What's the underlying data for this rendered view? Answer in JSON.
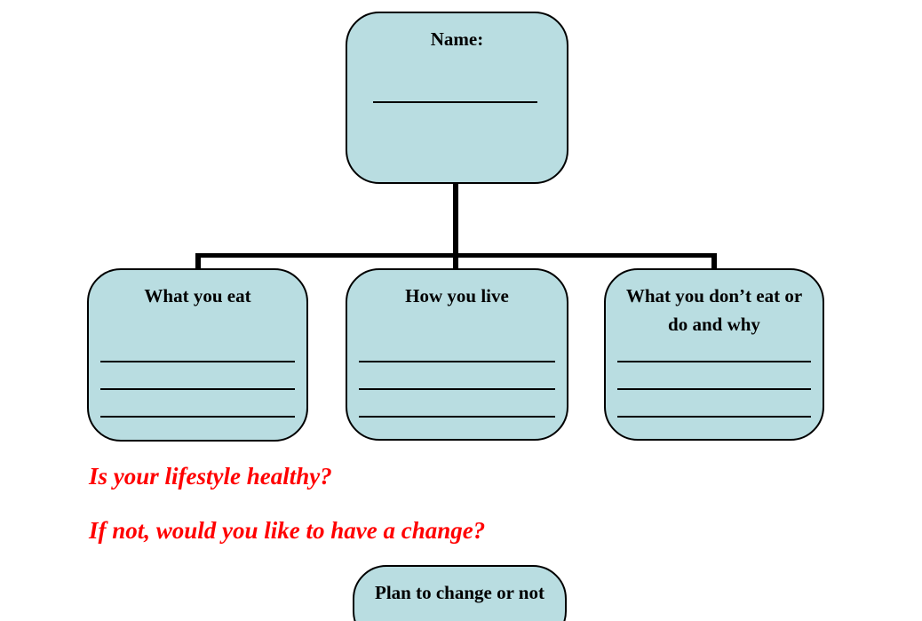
{
  "colors": {
    "box_fill": "#b9dde1",
    "box_border": "#000000",
    "connector": "#000000",
    "question_text": "#ff0000",
    "title_text": "#000000",
    "background": "#ffffff"
  },
  "diagram": {
    "name_box": {
      "title": "Name:",
      "blank_lines_count": 1
    },
    "branches": [
      {
        "title_lines": [
          "What you eat"
        ],
        "blank_lines_count": 3
      },
      {
        "title_lines": [
          "How you live"
        ],
        "blank_lines_count": 3
      },
      {
        "title_lines": [
          "What you don’t eat or",
          "do and why"
        ],
        "blank_lines_count": 3
      }
    ],
    "questions": {
      "q1": "Is your lifestyle healthy?",
      "q2": "If not, would you like to have a change?"
    },
    "plan_box": {
      "title": "Plan to change or not"
    }
  }
}
